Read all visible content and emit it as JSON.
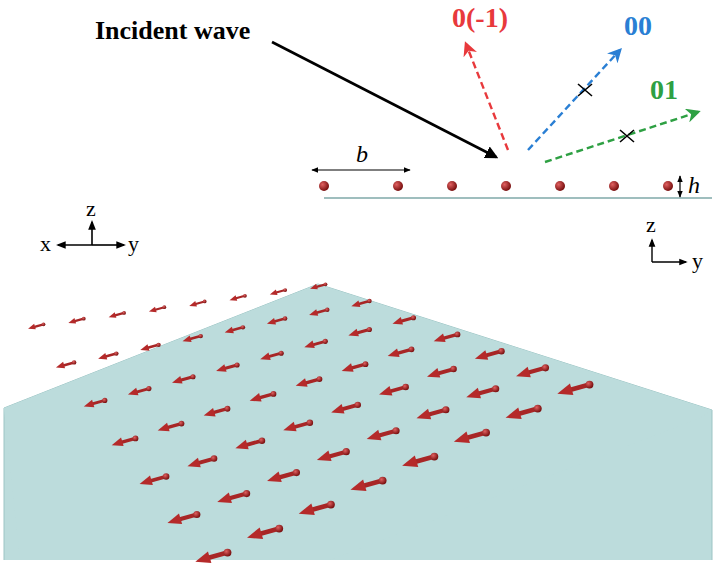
{
  "diagram": {
    "labels": [
      "Incident wave",
      "0(-1)",
      "00",
      "01",
      "b",
      "h",
      "z",
      "x",
      "y",
      "z",
      "y"
    ]
  }
}
